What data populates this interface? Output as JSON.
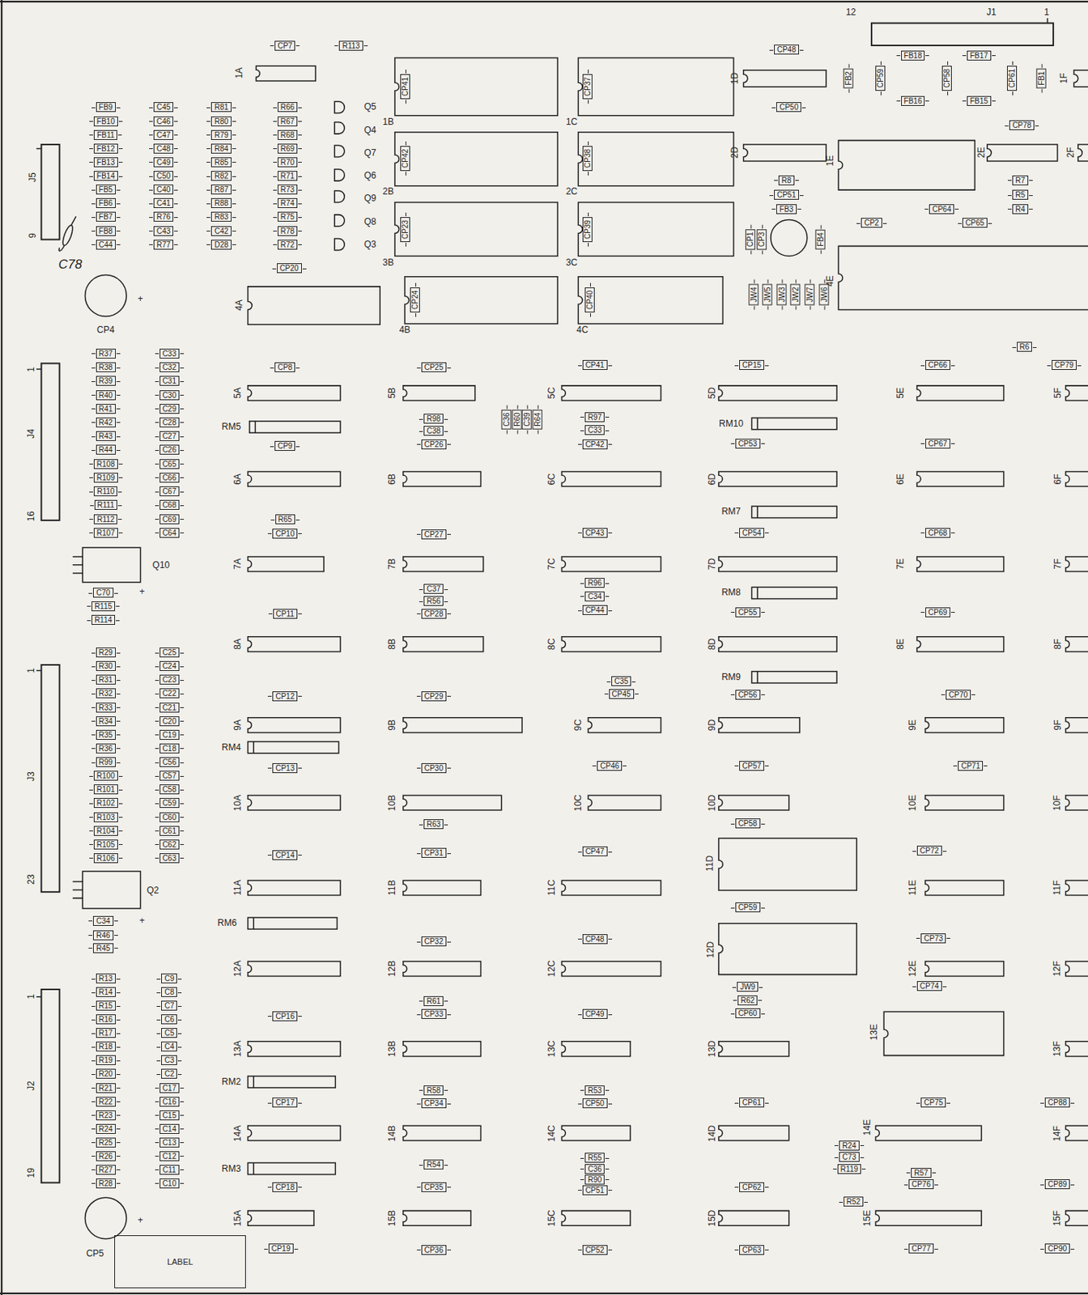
{
  "diagram": {
    "nodes": [
      {
        "text": [
          "FB9"
        ]
      },
      {
        "text": [
          "FB10"
        ]
      },
      {
        "text": [
          "FB11"
        ]
      },
      {
        "text": [
          "FB12"
        ]
      },
      {
        "text": [
          "FB13"
        ]
      },
      {
        "text": [
          "FB14"
        ]
      },
      {
        "text": [
          "FB5"
        ]
      },
      {
        "text": [
          "FB6"
        ]
      },
      {
        "text": [
          "FB7"
        ]
      },
      {
        "text": [
          "FB8"
        ]
      },
      {
        "text": [
          "C44"
        ]
      },
      {
        "text": [
          "C45"
        ]
      },
      {
        "text": [
          "C46"
        ]
      },
      {
        "text": [
          "C47"
        ]
      },
      {
        "text": [
          "C48"
        ]
      },
      {
        "text": [
          "C49"
        ]
      },
      {
        "text": [
          "C50"
        ]
      },
      {
        "text": [
          "C40"
        ]
      },
      {
        "text": [
          "C41"
        ]
      },
      {
        "text": [
          "R76"
        ]
      },
      {
        "text": [
          "C43"
        ]
      },
      {
        "text": [
          "R77"
        ]
      },
      {
        "text": [
          "R81"
        ]
      },
      {
        "text": [
          "R80"
        ]
      },
      {
        "text": [
          "R79"
        ]
      },
      {
        "text": [
          "R84"
        ]
      },
      {
        "text": [
          "R85"
        ]
      },
      {
        "text": [
          "R82"
        ]
      },
      {
        "text": [
          "R87"
        ]
      },
      {
        "text": [
          "R88"
        ]
      },
      {
        "text": [
          "R83"
        ]
      },
      {
        "text": [
          "C42"
        ]
      },
      {
        "text": [
          "D28"
        ]
      },
      {
        "text": [
          "R66"
        ]
      },
      {
        "text": [
          "R67"
        ]
      },
      {
        "text": [
          "R68"
        ]
      },
      {
        "text": [
          "R69"
        ]
      },
      {
        "text": [
          "R70"
        ]
      },
      {
        "text": [
          "R71"
        ]
      },
      {
        "text": [
          "R73"
        ]
      },
      {
        "text": [
          "R74"
        ]
      },
      {
        "text": [
          "R75"
        ]
      },
      {
        "text": [
          "R78"
        ]
      },
      {
        "text": [
          "R72"
        ]
      },
      {
        "text": [
          "CP7"
        ]
      },
      {
        "text": [
          "R113"
        ]
      },
      {
        "text": [
          "CP20"
        ]
      },
      {
        "text": [
          "CP41"
        ]
      },
      {
        "text": [
          "CP37"
        ]
      },
      {
        "text": [
          "CP42"
        ]
      },
      {
        "text": [
          "CP38"
        ]
      },
      {
        "text": [
          "CP23"
        ]
      },
      {
        "text": [
          "CP39"
        ]
      },
      {
        "text": [
          "CP24"
        ]
      },
      {
        "text": [
          "CP40"
        ]
      },
      {
        "text": [
          "CP48"
        ]
      },
      {
        "text": [
          "CP50"
        ]
      },
      {
        "text": [
          "R8"
        ]
      },
      {
        "text": [
          "CP51"
        ]
      },
      {
        "text": [
          "FB3"
        ]
      },
      {
        "text": [
          "CP1"
        ]
      },
      {
        "text": [
          "CP3"
        ]
      },
      {
        "text": [
          "FB4"
        ]
      },
      {
        "text": [
          "JW4"
        ]
      },
      {
        "text": [
          "JW5"
        ]
      },
      {
        "text": [
          "JW3"
        ]
      },
      {
        "text": [
          "JW2"
        ]
      },
      {
        "text": [
          "JW7"
        ]
      },
      {
        "text": [
          "JW6"
        ]
      },
      {
        "text": [
          "CP2"
        ]
      },
      {
        "text": [
          "CP64"
        ]
      },
      {
        "text": [
          "CP65"
        ]
      },
      {
        "text": [
          "FB2"
        ]
      },
      {
        "text": [
          "CP59"
        ]
      },
      {
        "text": [
          "FB18"
        ]
      },
      {
        "text": [
          "FB17"
        ]
      },
      {
        "text": [
          "CP58"
        ]
      },
      {
        "text": [
          "CP61"
        ]
      },
      {
        "text": [
          "FB1"
        ]
      },
      {
        "text": [
          "FB16"
        ]
      },
      {
        "text": [
          "FB15"
        ]
      },
      {
        "text": [
          "CP78"
        ]
      },
      {
        "text": [
          "R7"
        ]
      },
      {
        "text": [
          "R5"
        ]
      },
      {
        "text": [
          "R4"
        ]
      },
      {
        "text": [
          "R6"
        ]
      },
      {
        "text": [
          "CP8"
        ]
      },
      {
        "text": [
          "CP25"
        ]
      },
      {
        "text": [
          "CP41"
        ]
      },
      {
        "text": [
          "CP15"
        ]
      },
      {
        "text": [
          "CP66"
        ]
      },
      {
        "text": [
          "CP79"
        ]
      },
      {
        "text": [
          "R98"
        ]
      },
      {
        "text": [
          "C38"
        ]
      },
      {
        "text": [
          "CP26"
        ]
      },
      {
        "text": [
          "C36"
        ]
      },
      {
        "text": [
          "R60"
        ]
      },
      {
        "text": [
          "C39"
        ]
      },
      {
        "text": [
          "R64"
        ]
      },
      {
        "text": [
          "R97"
        ]
      },
      {
        "text": [
          "C33"
        ]
      },
      {
        "text": [
          "CP42"
        ]
      },
      {
        "text": [
          "CP9"
        ]
      },
      {
        "text": [
          "CP53"
        ]
      },
      {
        "text": [
          "CP67"
        ]
      },
      {
        "text": [
          "R65"
        ]
      },
      {
        "text": [
          "CP10"
        ]
      },
      {
        "text": [
          "CP27"
        ]
      },
      {
        "text": [
          "CP43"
        ]
      },
      {
        "text": [
          "CP54"
        ]
      },
      {
        "text": [
          "CP68"
        ]
      },
      {
        "text": [
          "C37"
        ]
      },
      {
        "text": [
          "R56"
        ]
      },
      {
        "text": [
          "CP28"
        ]
      },
      {
        "text": [
          "R96"
        ]
      },
      {
        "text": [
          "C34"
        ]
      },
      {
        "text": [
          "CP44"
        ]
      },
      {
        "text": [
          "CP11"
        ]
      },
      {
        "text": [
          "CP55"
        ]
      },
      {
        "text": [
          "CP69"
        ]
      },
      {
        "text": [
          "C35"
        ]
      },
      {
        "text": [
          "CP45"
        ]
      },
      {
        "text": [
          "CP12"
        ]
      },
      {
        "text": [
          "CP29"
        ]
      },
      {
        "text": [
          "CP56"
        ]
      },
      {
        "text": [
          "CP70"
        ]
      },
      {
        "text": [
          "CP13"
        ]
      },
      {
        "text": [
          "CP30"
        ]
      },
      {
        "text": [
          "CP46"
        ]
      },
      {
        "text": [
          "CP57"
        ]
      },
      {
        "text": [
          "CP71"
        ]
      },
      {
        "text": [
          "CP58"
        ]
      },
      {
        "text": [
          "R63"
        ]
      },
      {
        "text": [
          "CP14"
        ]
      },
      {
        "text": [
          "CP31"
        ]
      },
      {
        "text": [
          "CP47"
        ]
      },
      {
        "text": [
          "CP72"
        ]
      },
      {
        "text": [
          "CP59"
        ]
      },
      {
        "text": [
          "CP32"
        ]
      },
      {
        "text": [
          "CP48"
        ]
      },
      {
        "text": [
          "CP73"
        ]
      },
      {
        "text": [
          "CP74"
        ]
      },
      {
        "text": [
          "JW9"
        ]
      },
      {
        "text": [
          "R62"
        ]
      },
      {
        "text": [
          "CP60"
        ]
      },
      {
        "text": [
          "R61"
        ]
      },
      {
        "text": [
          "CP33"
        ]
      },
      {
        "text": [
          "CP16"
        ]
      },
      {
        "text": [
          "CP49"
        ]
      },
      {
        "text": [
          "R58"
        ]
      },
      {
        "text": [
          "CP34"
        ]
      },
      {
        "text": [
          "R53"
        ]
      },
      {
        "text": [
          "CP50"
        ]
      },
      {
        "text": [
          "CP17"
        ]
      },
      {
        "text": [
          "CP61"
        ]
      },
      {
        "text": [
          "CP75"
        ]
      },
      {
        "text": [
          "CP88"
        ]
      },
      {
        "text": [
          "R24"
        ]
      },
      {
        "text": [
          "C73"
        ]
      },
      {
        "text": [
          "R119"
        ]
      },
      {
        "text": [
          "R54"
        ]
      },
      {
        "text": [
          "R55"
        ]
      },
      {
        "text": [
          "C36"
        ]
      },
      {
        "text": [
          "R90"
        ]
      },
      {
        "text": [
          "CP51"
        ]
      },
      {
        "text": [
          "R57"
        ]
      },
      {
        "text": [
          "CP76"
        ]
      },
      {
        "text": [
          "CP18"
        ]
      },
      {
        "text": [
          "CP35"
        ]
      },
      {
        "text": [
          "CP62"
        ]
      },
      {
        "text": [
          "CP89"
        ]
      },
      {
        "text": [
          "R52"
        ]
      },
      {
        "text": [
          "CP19"
        ]
      },
      {
        "text": [
          "CP36"
        ]
      },
      {
        "text": [
          "CP52"
        ]
      },
      {
        "text": [
          "CP63"
        ]
      },
      {
        "text": [
          "CP77"
        ]
      },
      {
        "text": [
          "CP90"
        ]
      },
      {
        "text": [
          "R37"
        ]
      },
      {
        "text": [
          "R38"
        ]
      },
      {
        "text": [
          "R39"
        ]
      },
      {
        "text": [
          "R40"
        ]
      },
      {
        "text": [
          "R41"
        ]
      },
      {
        "text": [
          "R42"
        ]
      },
      {
        "text": [
          "R43"
        ]
      },
      {
        "text": [
          "R44"
        ]
      },
      {
        "text": [
          "R108"
        ]
      },
      {
        "text": [
          "R109"
        ]
      },
      {
        "text": [
          "R110"
        ]
      },
      {
        "text": [
          "R111"
        ]
      },
      {
        "text": [
          "R112"
        ]
      },
      {
        "text": [
          "R107"
        ]
      },
      {
        "text": [
          "C33"
        ]
      },
      {
        "text": [
          "C32"
        ]
      },
      {
        "text": [
          "C31"
        ]
      },
      {
        "text": [
          "C30"
        ]
      },
      {
        "text": [
          "C29"
        ]
      },
      {
        "text": [
          "C28"
        ]
      },
      {
        "text": [
          "C27"
        ]
      },
      {
        "text": [
          "C26"
        ]
      },
      {
        "text": [
          "C65"
        ]
      },
      {
        "text": [
          "C66"
        ]
      },
      {
        "text": [
          "C67"
        ]
      },
      {
        "text": [
          "C68"
        ]
      },
      {
        "text": [
          "C69"
        ]
      },
      {
        "text": [
          "C64"
        ]
      },
      {
        "text": [
          "C70"
        ]
      },
      {
        "text": [
          "R115"
        ]
      },
      {
        "text": [
          "R114"
        ]
      },
      {
        "text": [
          "R29"
        ]
      },
      {
        "text": [
          "R30"
        ]
      },
      {
        "text": [
          "R31"
        ]
      },
      {
        "text": [
          "R32"
        ]
      },
      {
        "text": [
          "R33"
        ]
      },
      {
        "text": [
          "R34"
        ]
      },
      {
        "text": [
          "R35"
        ]
      },
      {
        "text": [
          "R36"
        ]
      },
      {
        "text": [
          "R99"
        ]
      },
      {
        "text": [
          "R100"
        ]
      },
      {
        "text": [
          "R101"
        ]
      },
      {
        "text": [
          "R102"
        ]
      },
      {
        "text": [
          "R103"
        ]
      },
      {
        "text": [
          "R104"
        ]
      },
      {
        "text": [
          "R105"
        ]
      },
      {
        "text": [
          "R106"
        ]
      },
      {
        "text": [
          "C25"
        ]
      },
      {
        "text": [
          "C24"
        ]
      },
      {
        "text": [
          "C23"
        ]
      },
      {
        "text": [
          "C22"
        ]
      },
      {
        "text": [
          "C21"
        ]
      },
      {
        "text": [
          "C20"
        ]
      },
      {
        "text": [
          "C19"
        ]
      },
      {
        "text": [
          "C18"
        ]
      },
      {
        "text": [
          "C56"
        ]
      },
      {
        "text": [
          "C57"
        ]
      },
      {
        "text": [
          "C58"
        ]
      },
      {
        "text": [
          "C59"
        ]
      },
      {
        "text": [
          "C60"
        ]
      },
      {
        "text": [
          "C61"
        ]
      },
      {
        "text": [
          "C62"
        ]
      },
      {
        "text": [
          "C63"
        ]
      },
      {
        "text": [
          "C34"
        ]
      },
      {
        "text": [
          "R46"
        ]
      },
      {
        "text": [
          "R45"
        ]
      },
      {
        "text": [
          "R13"
        ]
      },
      {
        "text": [
          "R14"
        ]
      },
      {
        "text": [
          "R15"
        ]
      },
      {
        "text": [
          "R16"
        ]
      },
      {
        "text": [
          "R17"
        ]
      },
      {
        "text": [
          "R18"
        ]
      },
      {
        "text": [
          "R19"
        ]
      },
      {
        "text": [
          "R20"
        ]
      },
      {
        "text": [
          "R21"
        ]
      },
      {
        "text": [
          "R22"
        ]
      },
      {
        "text": [
          "R23"
        ]
      },
      {
        "text": [
          "R24"
        ]
      },
      {
        "text": [
          "R25"
        ]
      },
      {
        "text": [
          "R26"
        ]
      },
      {
        "text": [
          "R27"
        ]
      },
      {
        "text": [
          "R28"
        ]
      },
      {
        "text": [
          "C9"
        ]
      },
      {
        "text": [
          "C8"
        ]
      },
      {
        "text": [
          "C7"
        ]
      },
      {
        "text": [
          "C6"
        ]
      },
      {
        "text": [
          "C5"
        ]
      },
      {
        "text": [
          "C4"
        ]
      },
      {
        "text": [
          "C3"
        ]
      },
      {
        "text": [
          "C2"
        ]
      },
      {
        "text": [
          "C17"
        ]
      },
      {
        "text": [
          "C16"
        ]
      },
      {
        "text": [
          "C15"
        ]
      },
      {
        "text": [
          "C14"
        ]
      },
      {
        "text": [
          "C13"
        ]
      },
      {
        "text": [
          "C12"
        ]
      },
      {
        "text": [
          "C11"
        ]
      },
      {
        "text": [
          "C10"
        ]
      },
      {
        "text": [
          "LABEL"
        ]
      }
    ],
    "labels": [
      "Q5",
      "Q4",
      "Q7",
      "Q6",
      "Q9",
      "Q8",
      "Q3",
      "J5",
      "9",
      "C78",
      "+",
      "CP4",
      "1A",
      "1B",
      "1C",
      "2B",
      "2C",
      "3B",
      "3C",
      "4B",
      "4C",
      "4A",
      "1D",
      "2D",
      "1E",
      "2E",
      "2F",
      "4E",
      "1F",
      "12",
      "J1",
      "1",
      "5A",
      "5B",
      "5C",
      "5D",
      "5E",
      "5F",
      "6A",
      "6B",
      "6C",
      "6D",
      "6E",
      "6F",
      "7A",
      "7B",
      "7C",
      "7D",
      "7E",
      "7F",
      "8A",
      "8B",
      "8C",
      "8D",
      "8E",
      "8F",
      "9A",
      "9B",
      "9C",
      "9D",
      "9E",
      "9F",
      "10A",
      "10B",
      "10C",
      "10D",
      "10E",
      "10F",
      "11A",
      "11B",
      "11C",
      "11D",
      "11E",
      "11F",
      "12A",
      "12B",
      "12C",
      "12D",
      "12E",
      "12F",
      "13A",
      "13B",
      "13C",
      "13D",
      "13E",
      "13F",
      "14A",
      "14B",
      "14C",
      "14D",
      "14E",
      "14F",
      "15A",
      "15B",
      "15C",
      "15D",
      "15E",
      "15F",
      "RM5",
      "RM10",
      "RM7",
      "RM8",
      "RM9",
      "RM4",
      "RM6",
      "RM2",
      "RM3",
      "1",
      "J4",
      "16",
      "Q10",
      "+",
      "1",
      "J3",
      "23",
      "Q2",
      "+",
      "1",
      "J2",
      "19",
      "+",
      "CP5"
    ]
  }
}
